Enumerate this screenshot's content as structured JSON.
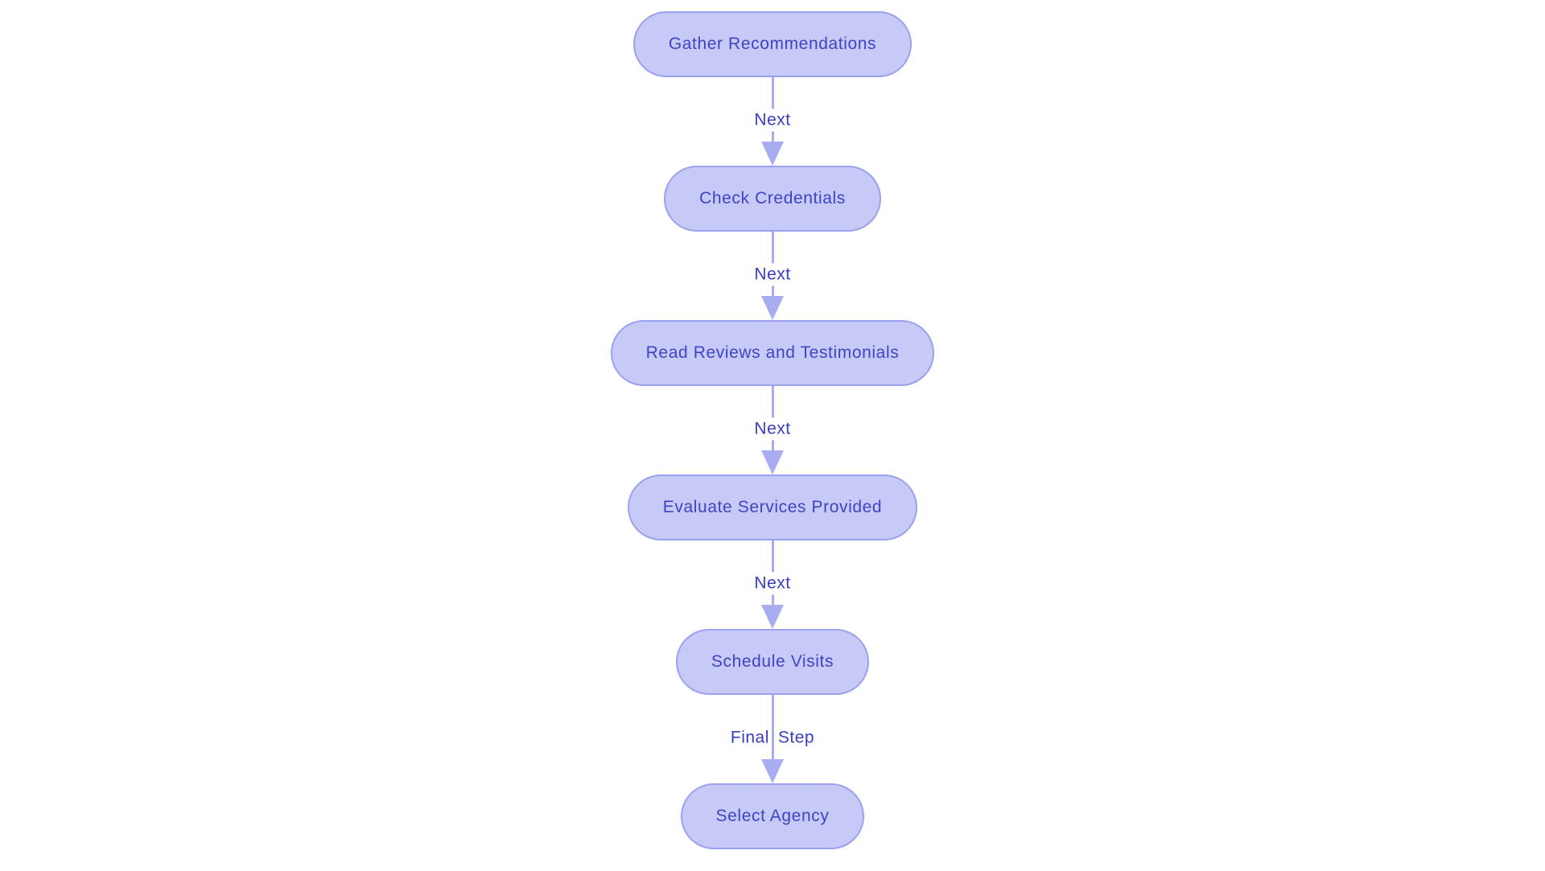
{
  "diagram": {
    "type": "flowchart",
    "direction": "top-down",
    "nodes": [
      {
        "label": "Gather Recommendations"
      },
      {
        "label": "Check Credentials"
      },
      {
        "label": "Read Reviews and Testimonials"
      },
      {
        "label": "Evaluate Services Provided"
      },
      {
        "label": "Schedule Visits"
      },
      {
        "label": "Select Agency"
      }
    ],
    "edges": [
      {
        "from": "Gather Recommendations",
        "to": "Check Credentials",
        "label": "Next"
      },
      {
        "from": "Check Credentials",
        "to": "Read Reviews and Testimonials",
        "label": "Next"
      },
      {
        "from": "Read Reviews and Testimonials",
        "to": "Evaluate Services Provided",
        "label": "Next"
      },
      {
        "from": "Evaluate Services Provided",
        "to": "Schedule Visits",
        "label": "Next"
      },
      {
        "from": "Schedule Visits",
        "to": "Select Agency",
        "label": "Final Step"
      }
    ],
    "colors": {
      "background": "#ffffff",
      "node_fill": "#c7c9f7",
      "node_border": "#9aa1ee",
      "node_text": "#3f43c6",
      "edge_line": "#a8adf2",
      "edge_label_text": "#393dc2"
    }
  }
}
